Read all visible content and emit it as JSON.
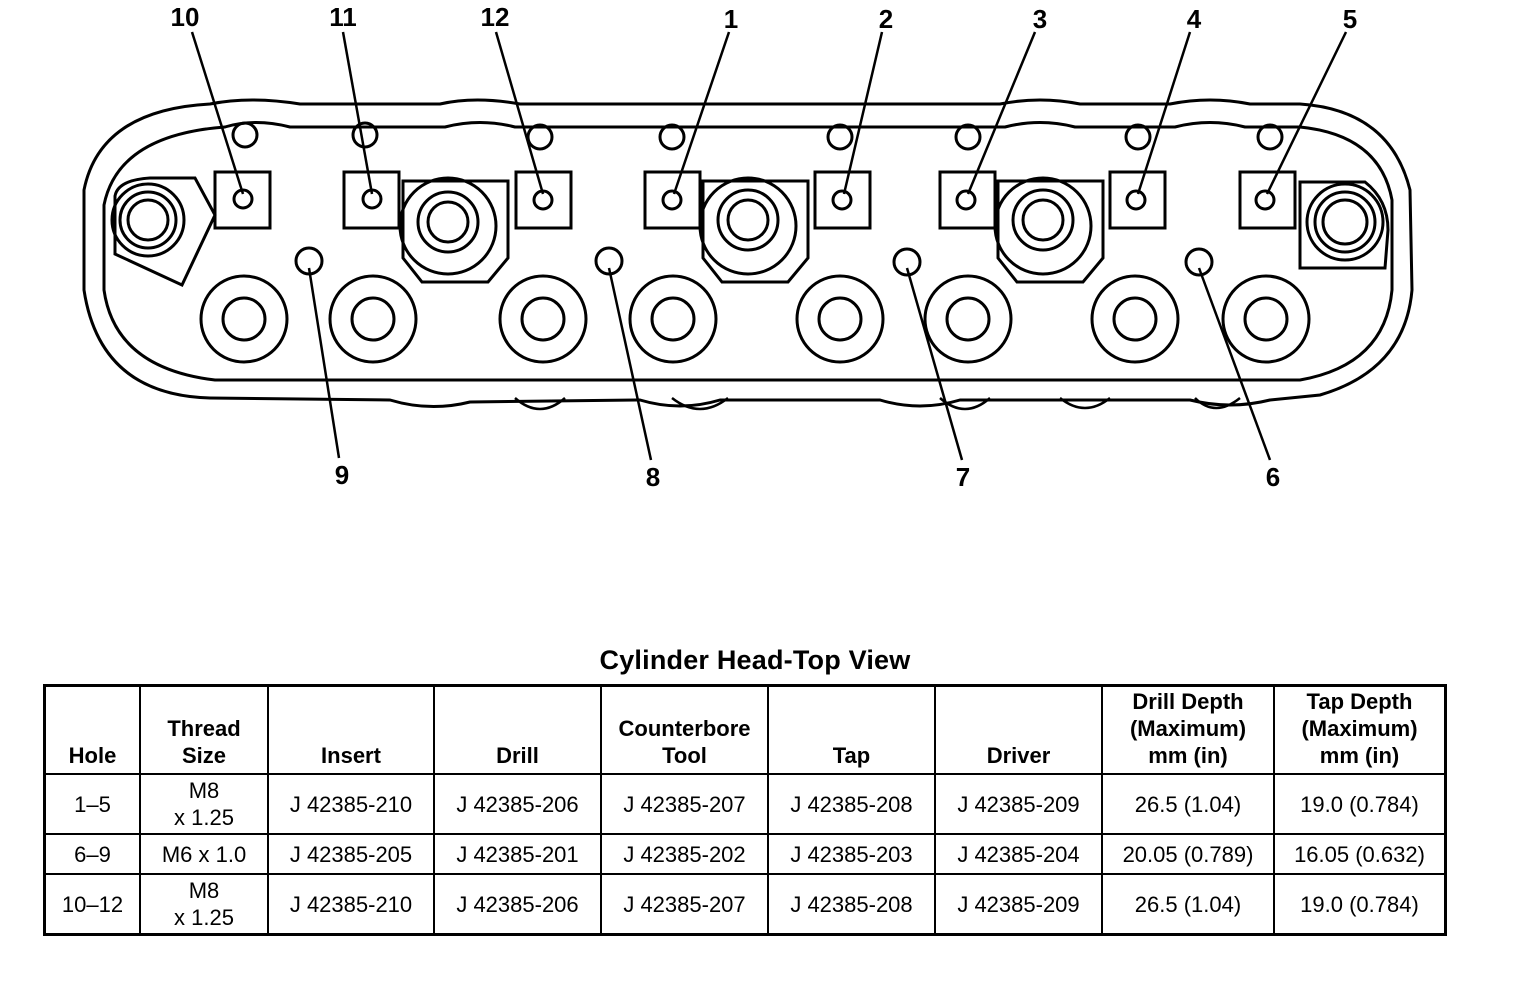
{
  "callouts": {
    "top": [
      "10",
      "11",
      "12",
      "1",
      "2",
      "3",
      "4",
      "5"
    ],
    "bottom": [
      "9",
      "8",
      "7",
      "6"
    ]
  },
  "caption": "Cylinder Head-Top View",
  "table": {
    "headers": [
      [
        "Hole"
      ],
      [
        "Thread",
        "Size"
      ],
      [
        "Insert"
      ],
      [
        "Drill"
      ],
      [
        "Counterbore",
        "Tool"
      ],
      [
        "Tap"
      ],
      [
        "Driver"
      ],
      [
        "Drill Depth",
        "(Maximum)",
        "mm (in)"
      ],
      [
        "Tap Depth",
        "(Maximum)",
        "mm (in)"
      ]
    ],
    "rows": [
      {
        "hole": "1–5",
        "thread": [
          "M8",
          "x 1.25"
        ],
        "insert": "J 42385-210",
        "drill": "J 42385-206",
        "counterbore": "J 42385-207",
        "tap": "J 42385-208",
        "driver": "J 42385-209",
        "drill_depth": "26.5 (1.04)",
        "tap_depth": "19.0 (0.784)"
      },
      {
        "hole": "6–9",
        "thread": [
          "M6 x 1.0"
        ],
        "insert": "J 42385-205",
        "drill": "J 42385-201",
        "counterbore": "J 42385-202",
        "tap": "J 42385-203",
        "driver": "J 42385-204",
        "drill_depth": "20.05 (0.789)",
        "tap_depth": "16.05 (0.632)"
      },
      {
        "hole": "10–12",
        "thread": [
          "M8",
          "x 1.25"
        ],
        "insert": "J 42385-210",
        "drill": "J 42385-206",
        "counterbore": "J 42385-207",
        "tap": "J 42385-208",
        "driver": "J 42385-209",
        "drill_depth": "26.5 (1.04)",
        "tap_depth": "19.0 (0.784)"
      }
    ]
  }
}
